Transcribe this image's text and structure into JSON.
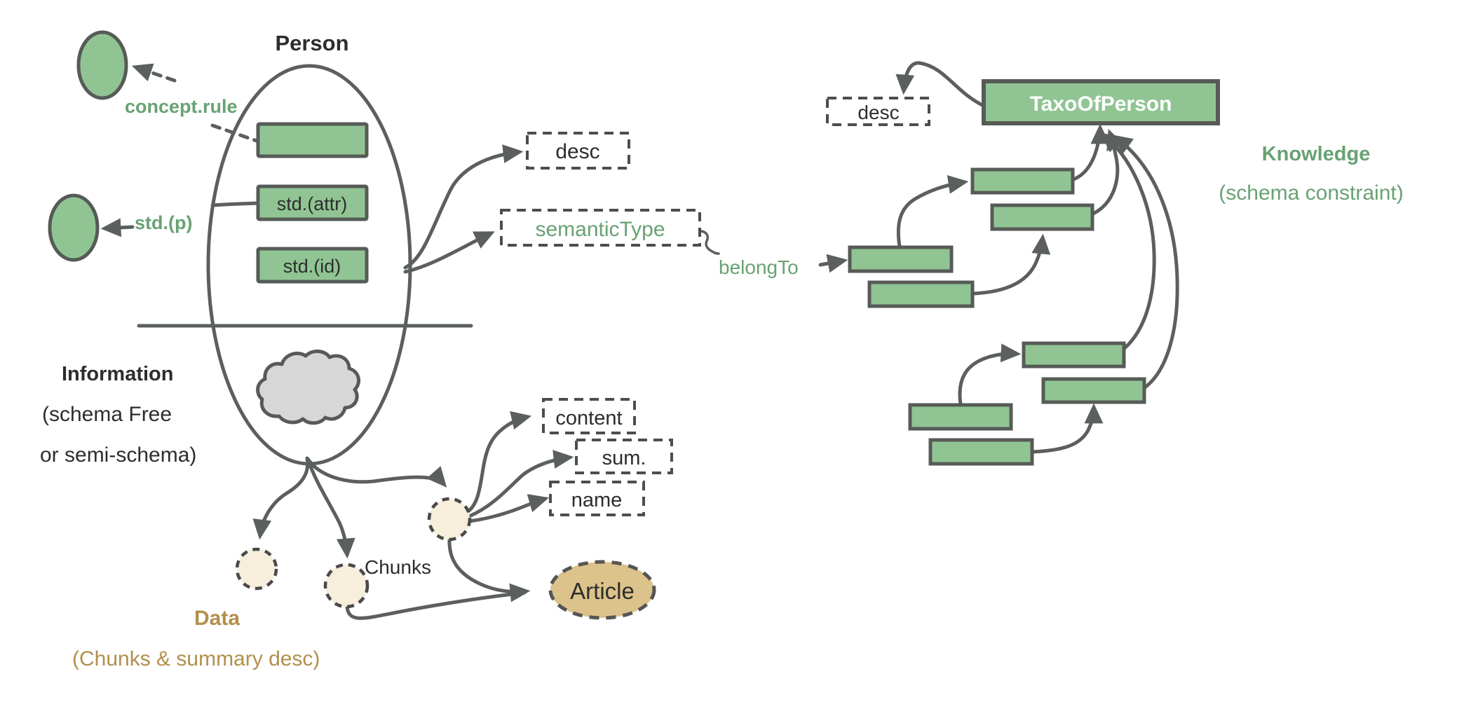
{
  "person_section": {
    "title": "Person",
    "concept_rule_label": "concept.rule",
    "std_p_label": "std.(p)",
    "attr_box_label": "std.(attr)",
    "id_box_label": "std.(id)",
    "desc_box_label": "desc",
    "semantic_type_label": "semanticType"
  },
  "information_section": {
    "title": "Information",
    "subtitle_line1": "(schema Free",
    "subtitle_line2": "or semi-schema)",
    "chunks_label": "Chunks",
    "content_box_label": "content",
    "sum_box_label": "sum.",
    "name_box_label": "name",
    "article_label": "Article",
    "data_title": "Data",
    "data_subtitle": "(Chunks & summary desc)"
  },
  "knowledge_section": {
    "belong_to_label": "belongTo",
    "taxo_label": "TaxoOfPerson",
    "desc_box_label": "desc",
    "title": "Knowledge",
    "subtitle": "(schema constraint)"
  },
  "colors": {
    "green_fill": "#90c593",
    "green_text": "#68a274",
    "gold_text": "#b28f4c",
    "tan_fill": "#dcc38b",
    "beige_fill": "#f7efdc",
    "line_gray": "#5b5f5d",
    "cloud_fill": "#d7d7d7",
    "text_black": "#2d2d2d"
  }
}
